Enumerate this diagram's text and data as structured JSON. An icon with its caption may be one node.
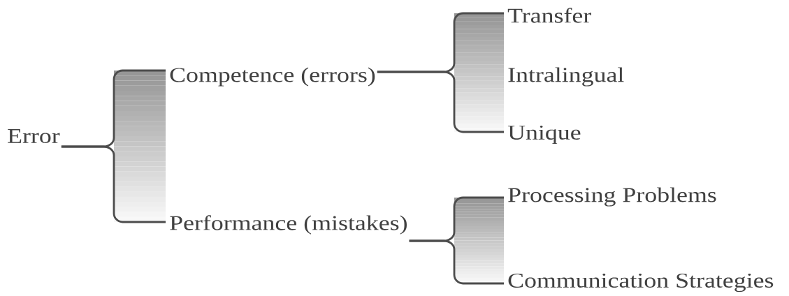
{
  "diagram": {
    "nodes": [
      {
        "text": [
          "Error"
        ]
      },
      {
        "text": [
          "Competence (errors)"
        ]
      },
      {
        "text": [
          "Performance (mistakes)"
        ]
      },
      {
        "text": [
          "Transfer"
        ]
      },
      {
        "text": [
          "Intralingual"
        ]
      },
      {
        "text": [
          "Unique"
        ]
      },
      {
        "text": [
          "Processing Problems"
        ]
      },
      {
        "text": [
          "Communication Strategies"
        ]
      }
    ],
    "edges": [
      {
        "from": 0,
        "to": 1,
        "arrow": "none"
      },
      {
        "from": 0,
        "to": 2,
        "arrow": "none"
      },
      {
        "from": 1,
        "to": 3,
        "arrow": "none"
      },
      {
        "from": 1,
        "to": 5,
        "arrow": "none"
      },
      {
        "from": 2,
        "to": 6,
        "arrow": "none"
      },
      {
        "from": 2,
        "to": 7,
        "arrow": "none"
      }
    ]
  }
}
